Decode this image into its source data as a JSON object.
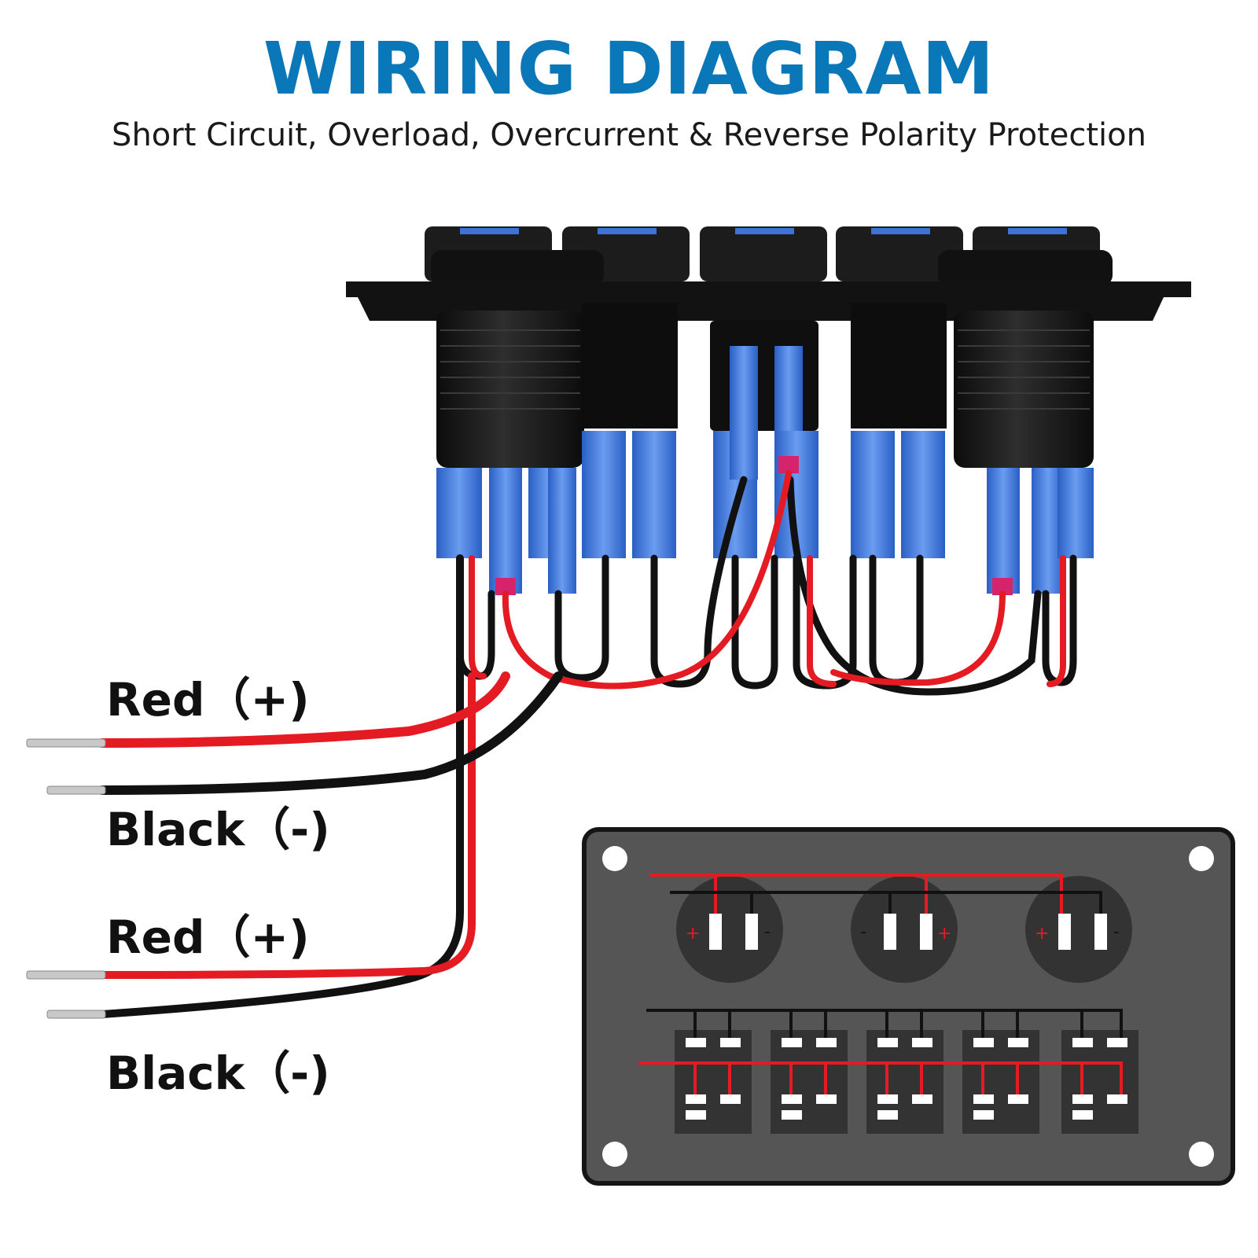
{
  "header": {
    "title": "WIRING DIAGRAM",
    "subtitle": "Short Circuit, Overload, Overcurrent & Reverse Polarity Protection"
  },
  "leads": [
    {
      "label": "Red（+)",
      "color": "red"
    },
    {
      "label": "Black（-)",
      "color": "black"
    },
    {
      "label": "Red（+)",
      "color": "red"
    },
    {
      "label": "Black（-)",
      "color": "black"
    }
  ],
  "back_panel": {
    "sockets": [
      {
        "left": "+",
        "right": "-"
      },
      {
        "left": "-",
        "right": "+"
      },
      {
        "left": "+",
        "right": "-"
      }
    ],
    "switch_count": 5
  },
  "colors": {
    "title": "#0a78b8",
    "wire_red": "#e51b24",
    "wire_black": "#111111",
    "panel": "#555555",
    "terminal_blue": "#3b74d6"
  }
}
